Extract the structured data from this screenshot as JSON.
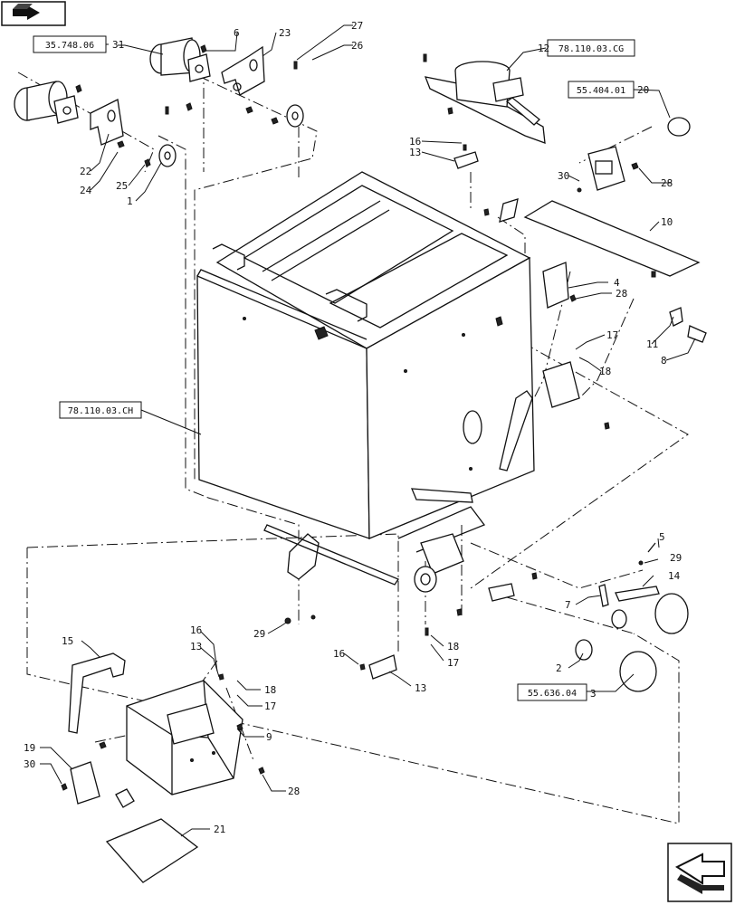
{
  "nav": {
    "back_icon": "return-arrow-icon",
    "next_icon": "next-page-arrow-icon"
  },
  "refs": {
    "r35748": "35.748.06",
    "r78110cg": "78.110.03.CG",
    "r55404": "55.404.01",
    "r78110ch": "78.110.03.CH",
    "r55636": "55.636.04"
  },
  "callouts": {
    "c1": "1",
    "c2": "2",
    "c3": "3",
    "c4": "4",
    "c5": "5",
    "c6": "6",
    "c7": "7",
    "c8": "8",
    "c9": "9",
    "c10": "10",
    "c11": "11",
    "c12": "12",
    "c13a": "13",
    "c13b": "13",
    "c13c": "13",
    "c14": "14",
    "c15": "15",
    "c16a": "16",
    "c16b": "16",
    "c16c": "16",
    "c17a": "17",
    "c17b": "17",
    "c17c": "17",
    "c18a": "18",
    "c18b": "18",
    "c18c": "18",
    "c19": "19",
    "c20": "20",
    "c21": "21",
    "c22": "22",
    "c23": "23",
    "c24": "24",
    "c25": "25",
    "c26": "26",
    "c27": "27",
    "c28a": "28",
    "c28b": "28",
    "c28c": "28",
    "c29a": "29",
    "c29b": "29",
    "c30a": "30",
    "c30b": "30",
    "c31": "31"
  }
}
